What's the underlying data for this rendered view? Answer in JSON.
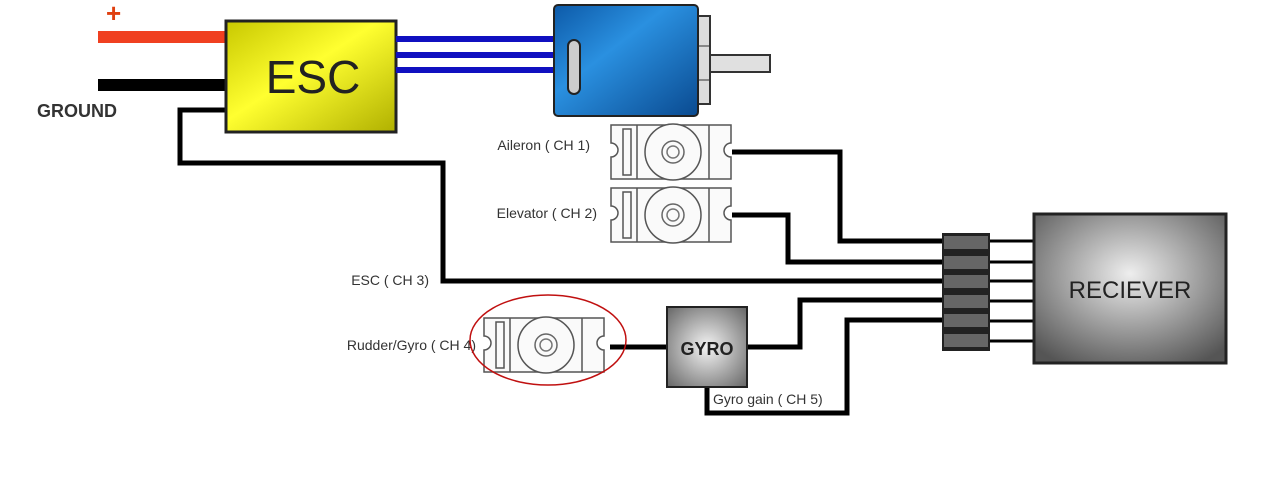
{
  "labels": {
    "plus": "+",
    "ground": "GROUND",
    "esc": "ESC",
    "aileron": "Aileron ( CH 1)",
    "elevator": "Elevator ( CH 2)",
    "esc_channel": "ESC ( CH 3)",
    "rudder": "Rudder/Gyro ( CH 4)",
    "gyro": "GYRO",
    "gyro_gain": "Gyro gain  ( CH 5)",
    "receiver": "RECIEVER"
  },
  "colors": {
    "positive_wire": "#f04020",
    "ground_wire": "#000000",
    "motor_wire": "#1010c0",
    "esc_body": "#f0f020",
    "motor_body": "#1a78c8",
    "highlight": "#c01010"
  }
}
